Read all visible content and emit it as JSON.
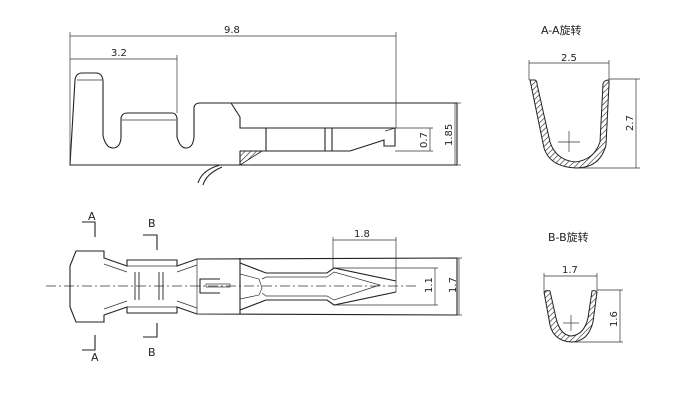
{
  "side_view": {
    "dim_total_length": "9.8",
    "dim_crimp_length": "3.2",
    "dim_height_inner": "0.7",
    "dim_height": "1.85"
  },
  "top_view": {
    "section_a": "A",
    "section_b": "B",
    "dim_tip_length": "1.8",
    "dim_inner_width": "1.1",
    "dim_width": "1.7"
  },
  "section_aa": {
    "title": "A-A旋转",
    "dim_width": "2.5",
    "dim_height": "2.7"
  },
  "section_bb": {
    "title": "B-B旋转",
    "dim_width": "1.7",
    "dim_height": "1.6"
  },
  "colors": {
    "line": "#222222",
    "background": "#ffffff"
  }
}
